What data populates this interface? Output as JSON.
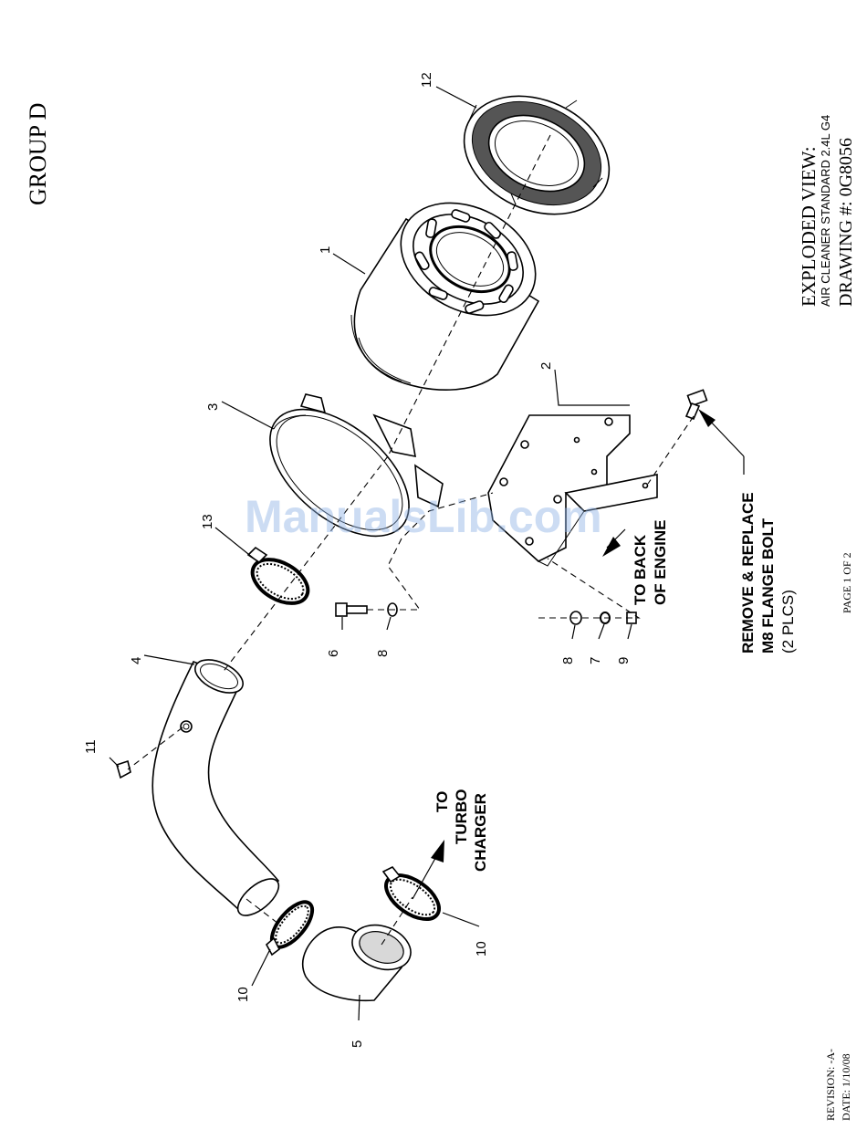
{
  "group_title": "GROUP D",
  "title_block": {
    "line1": "EXPLODED VIEW:",
    "line2": "AIR CLEANER STANDARD 2.4L G4",
    "line3": "DRAWING #: 0G8056"
  },
  "page_number": "PAGE 1 OF 2",
  "revision": "REVISION: -A-",
  "date": "DATE:  1/10/08",
  "watermark": "ManualsLib.com",
  "callouts": {
    "c1": "1",
    "c2": "2",
    "c3": "3",
    "c4": "4",
    "c5": "5",
    "c6": "6",
    "c7": "7",
    "c8a": "8",
    "c8b": "8",
    "c9": "9",
    "c10a": "10",
    "c10b": "10",
    "c11": "11",
    "c12": "12",
    "c13": "13"
  },
  "notes": {
    "back_of_engine": [
      "TO BACK",
      "OF ENGINE"
    ],
    "turbo": [
      "TO",
      "TURBO",
      "CHARGER"
    ],
    "bolt": [
      "REMOVE & REPLACE",
      "M8 FLANGE BOLT",
      "(2 PLCS)"
    ]
  },
  "colors": {
    "ink": "#000000",
    "watermark": "#8fb3e6"
  }
}
